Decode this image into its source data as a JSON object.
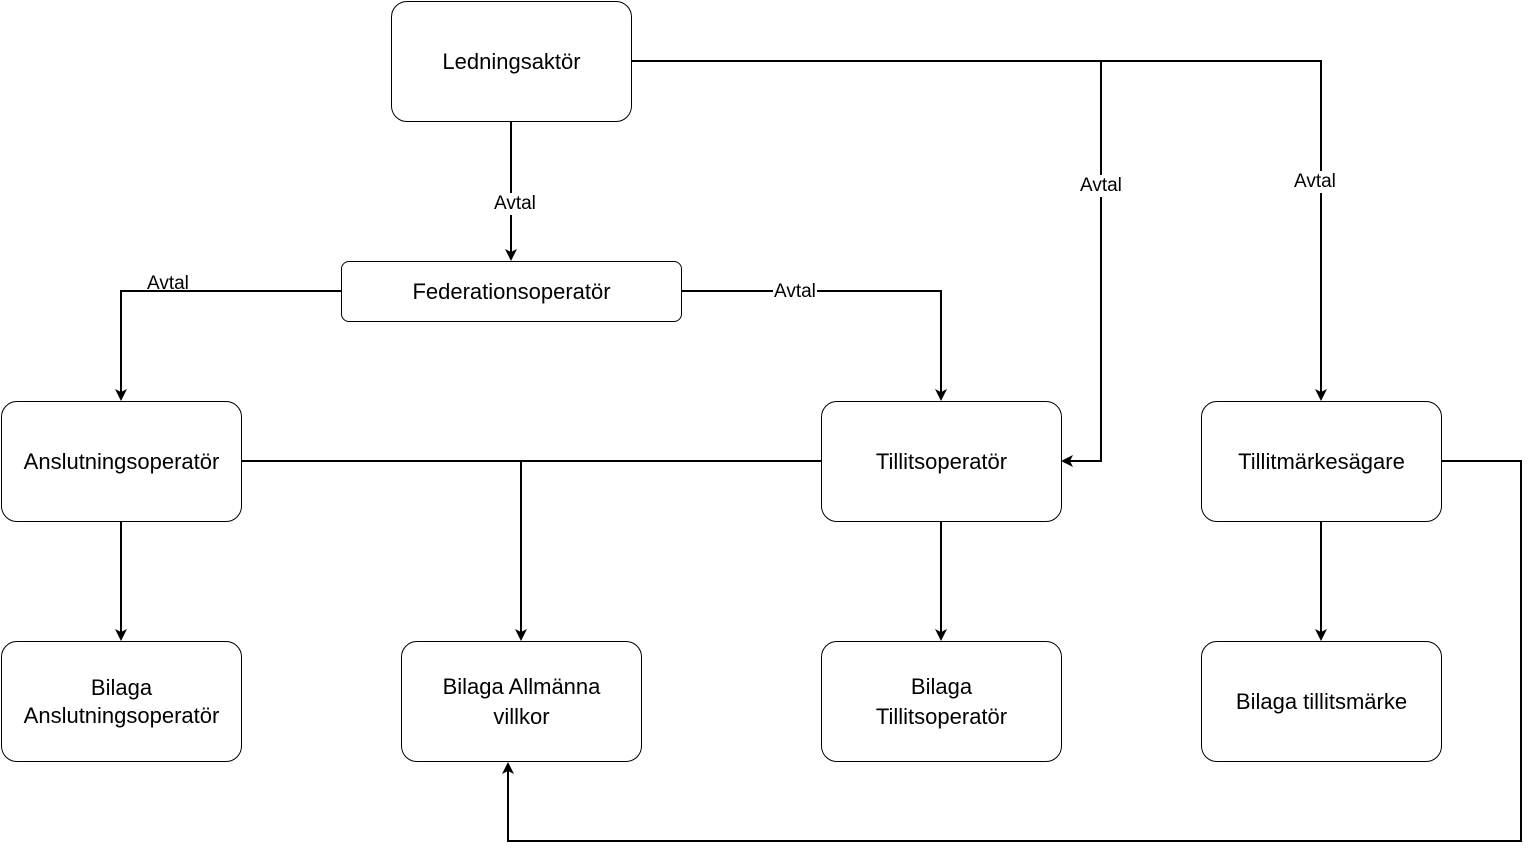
{
  "nodes": {
    "ledningsaktor": "Ledningsaktör",
    "federationsoperator": "Federationsoperatör",
    "anslutningsoperator": "Anslutningsoperatör",
    "tillitsoperator": "Tillitsoperatör",
    "tillitmarkesagare": "Tillitmärkesägare",
    "bilaga_anslutningsoperator": "Bilaga\nAnslutningsoperatör",
    "bilaga_allmanna_villkor": "Bilaga Allmänna villkor",
    "bilaga_tillitsoperator": "Bilaga\nTillitsoperatör",
    "bilaga_tillitsmarke": "Bilaga tillitsmärke"
  },
  "edge_labels": {
    "ledning_to_federation": "Avtal",
    "federation_to_anslutning": "Avtal",
    "federation_to_tillit": "Avtal",
    "ledning_to_tillit": "Avtal",
    "ledning_to_tillitmarke": "Avtal"
  },
  "colors": {
    "stroke": "#000000",
    "background": "#ffffff"
  }
}
